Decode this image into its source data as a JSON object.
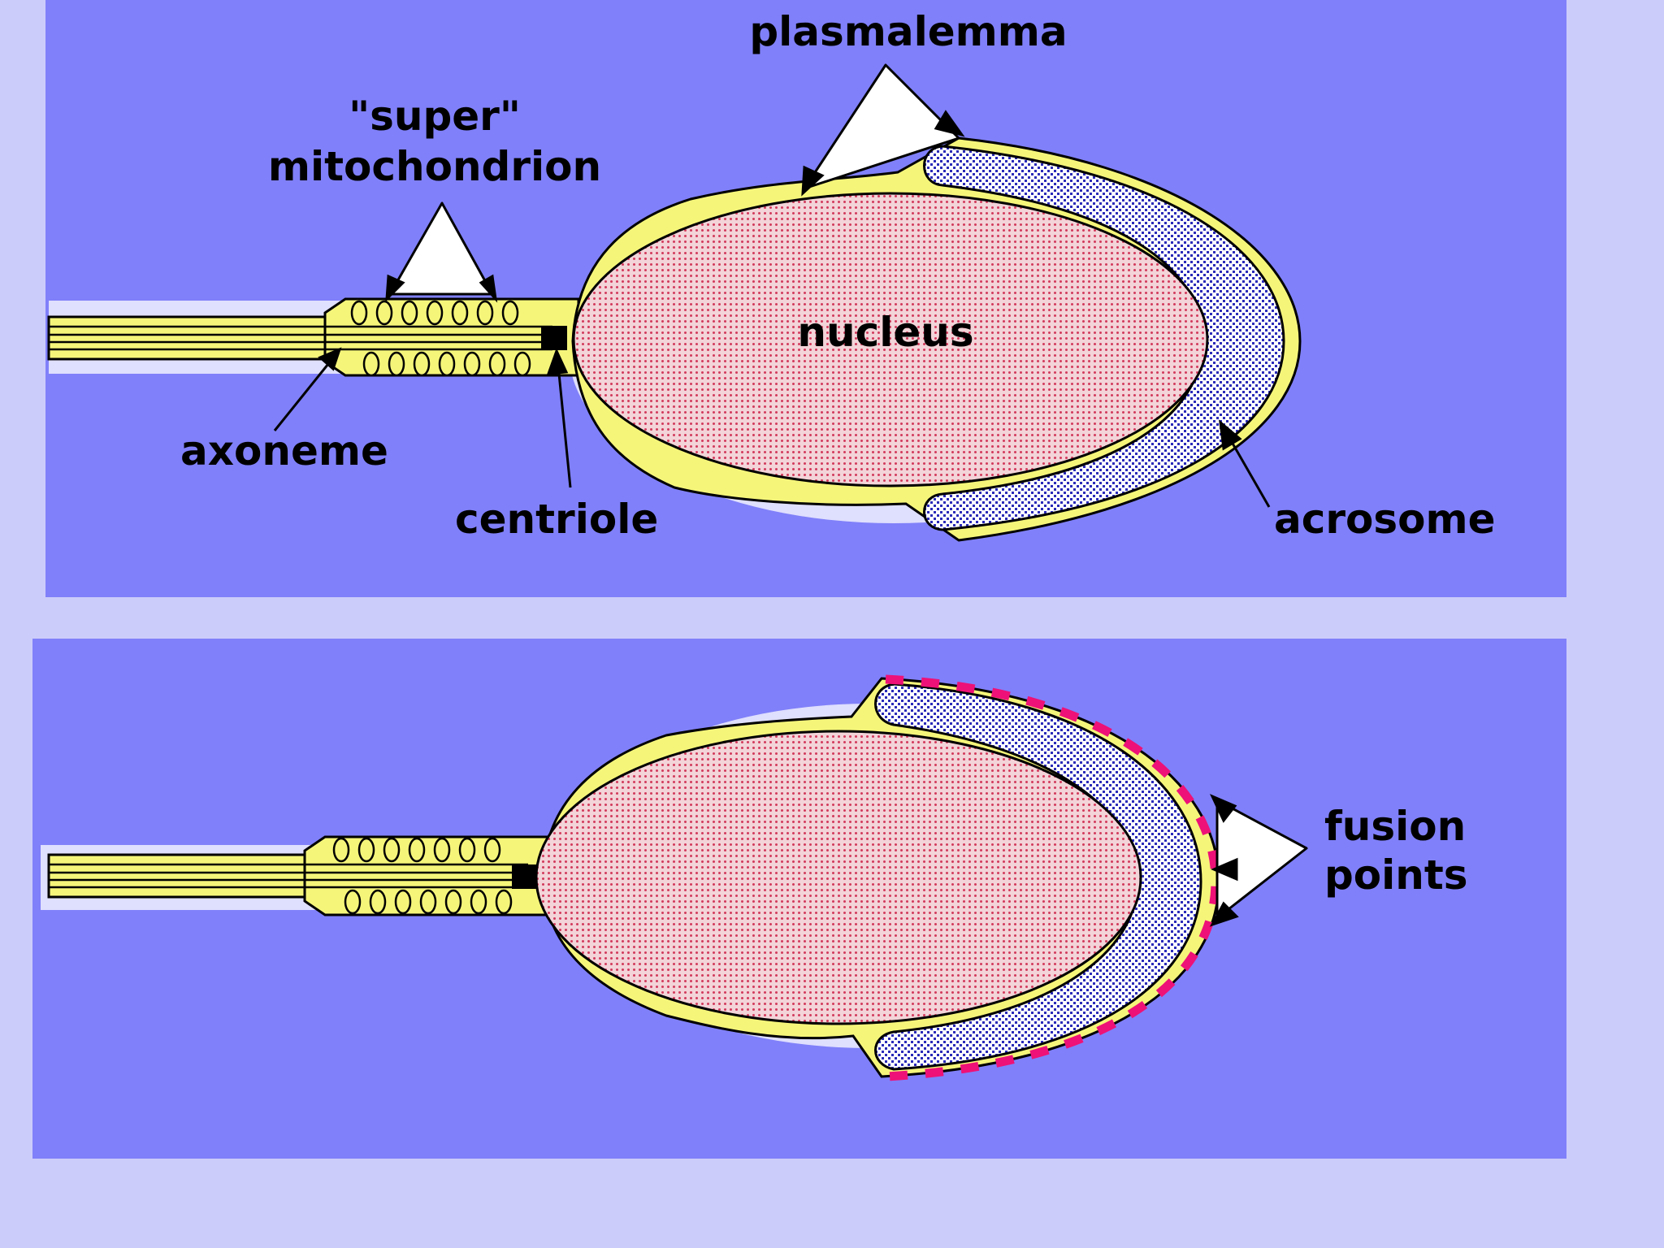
{
  "colors": {
    "page_background": "#ccccfa",
    "panel_background": "#8080fa",
    "membrane": "#f5f57a",
    "nucleus": "#f3d4d8",
    "acrosome": "#c8c8f6",
    "fusion_marks": "#ee1177",
    "arrow_fill": "#ffffff",
    "outline": "#000000"
  },
  "top_panel": {
    "labels": {
      "plasmalemma": "plasmalemma",
      "super": "\"super\"",
      "mitochondrion": "mitochondrion",
      "nucleus": "nucleus",
      "axoneme": "axoneme",
      "centriole": "centriole",
      "acrosome": "acrosome"
    }
  },
  "bottom_panel": {
    "labels": {
      "fusion": "fusion",
      "points": "points"
    }
  }
}
